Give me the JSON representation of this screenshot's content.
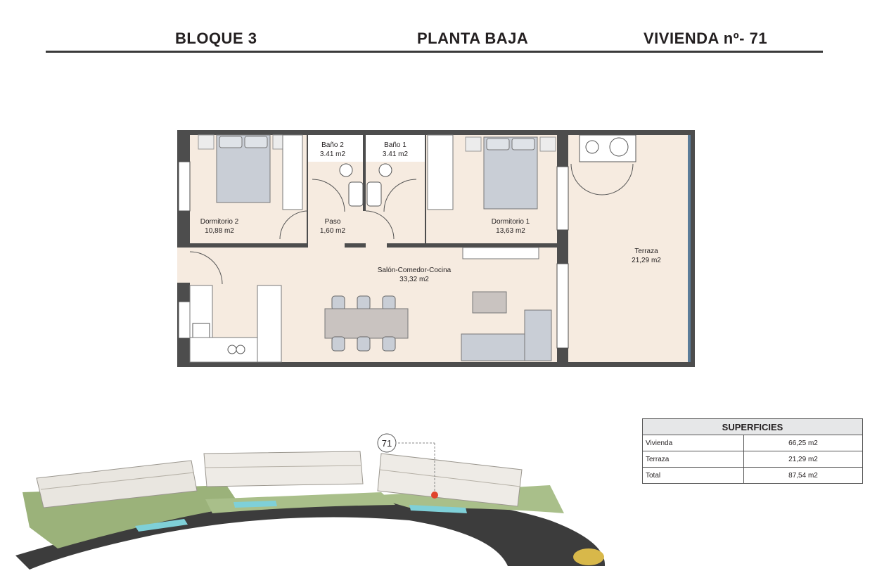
{
  "header": {
    "block": "BLOQUE 3",
    "floor": "PLANTA BAJA",
    "unit": "VIVIENDA nº- 71"
  },
  "rooms": {
    "dormitorio2": {
      "name": "Dormitorio 2",
      "area": "10,88 m2"
    },
    "bano2": {
      "name": "Baño 2",
      "area": "3.41 m2"
    },
    "bano1": {
      "name": "Baño 1",
      "area": "3.41 m2"
    },
    "paso": {
      "name": "Paso",
      "area": "1,60 m2"
    },
    "dormitorio1": {
      "name": "Dormitorio 1",
      "area": "13,63 m2"
    },
    "salon": {
      "name": "Salón-Comedor-Cocina",
      "area": "33,32 m2"
    },
    "terraza": {
      "name": "Terraza",
      "area": "21,29 m2"
    }
  },
  "surfaces": {
    "title": "SUPERFICIES",
    "rows": [
      {
        "label": "Vivienda",
        "value": "66,25 m2"
      },
      {
        "label": "Terraza",
        "value": "21,29 m2"
      },
      {
        "label": "Total",
        "value": "87,54 m2"
      }
    ]
  },
  "location": {
    "marker": "71"
  },
  "colors": {
    "floor": "#f6ebe0",
    "wall": "#4d4d4d",
    "furniture": "#c9ced6",
    "marker": "#e0442c"
  }
}
